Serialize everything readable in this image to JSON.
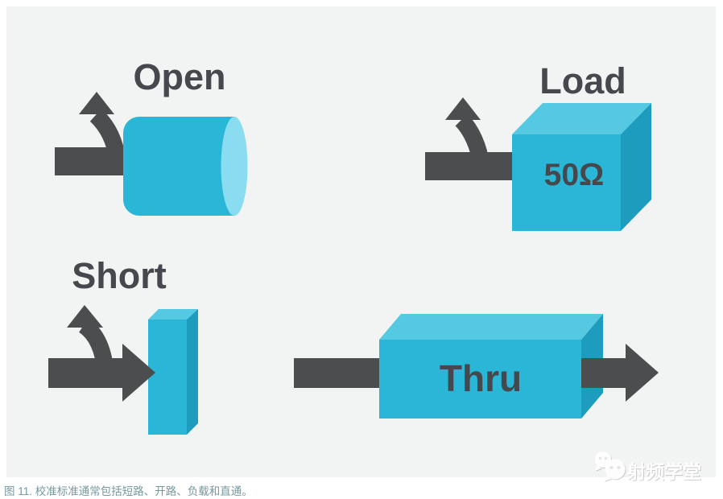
{
  "figure": {
    "caption": "图 11. 校准标准通常包括短路、开路、负载和直通。",
    "watermark": "射频学堂"
  },
  "standards": {
    "open": {
      "label": "Open"
    },
    "load": {
      "label": "Load",
      "value": "50Ω"
    },
    "short": {
      "label": "Short"
    },
    "thru": {
      "label": "Thru"
    }
  },
  "colors": {
    "panel_bg": "#f2f3f3",
    "arrow_gray": "#4b4d4e",
    "label_gray": "#45484c",
    "accent_cyan": "#2ab6d6",
    "accent_cyan_light": "#55c9e1",
    "accent_cyan_dark": "#1d9cbe",
    "cylinder_face": "#8adcf0",
    "caption_teal": "#76999d",
    "watermark_white": "#ffffff"
  }
}
